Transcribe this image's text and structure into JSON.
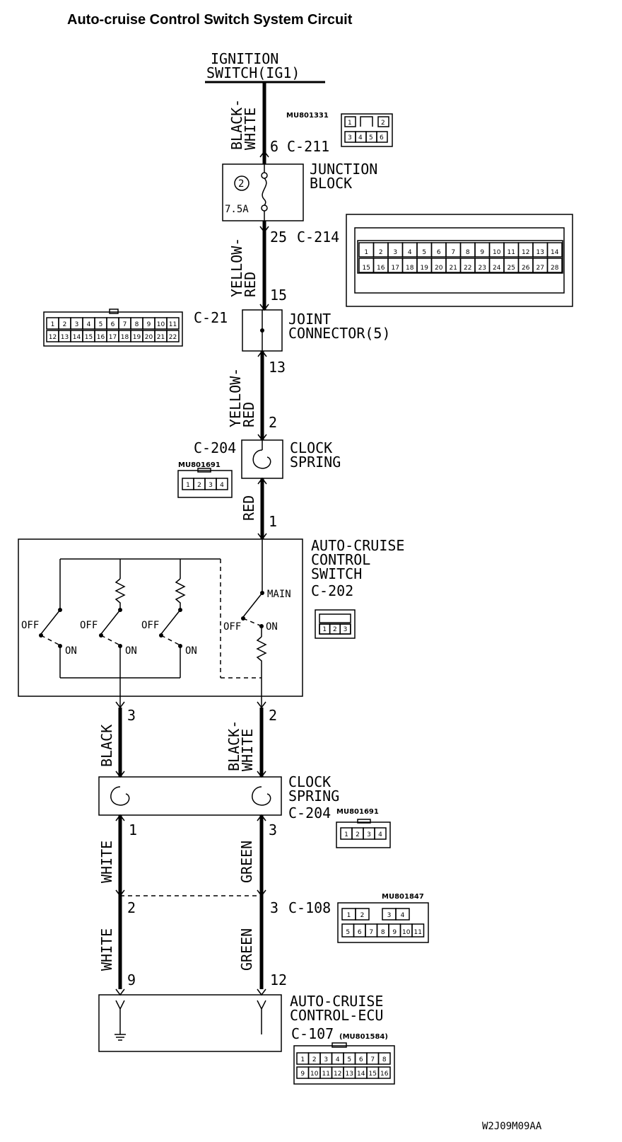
{
  "title": "Auto-cruise Control Switch System Circuit",
  "figure_id": "W2J09M09AA",
  "ignition": {
    "line1": "IGNITION",
    "line2": "SWITCH(IG1)"
  },
  "wires": {
    "black_white_1": [
      "BLACK-",
      "WHITE"
    ],
    "yellow_red_1": [
      "YELLOW-",
      "RED"
    ],
    "yellow_red_2": [
      "YELLOW-",
      "RED"
    ],
    "red": "RED",
    "black": "BLACK",
    "black_white_2": [
      "BLACK-",
      "WHITE"
    ],
    "white_1": "WHITE",
    "green_1": "GREEN",
    "white_2": "WHITE",
    "green_2": "GREEN"
  },
  "pins": {
    "p6": "6",
    "p25": "25",
    "p15": "15",
    "p13": "13",
    "p2a": "2",
    "p1a": "1",
    "p3a": "3",
    "p2b": "2",
    "p1b": "1",
    "p3b": "3",
    "p2c": "2",
    "p3c": "3",
    "p9": "9",
    "p12": "12"
  },
  "connectors": {
    "c211": "C-211",
    "c214": "C-214",
    "c21": "C-21",
    "c204a": "C-204",
    "c202": "C-202",
    "c204b": "C-204",
    "c108": "C-108",
    "c107": "C-107"
  },
  "part_numbers": {
    "mu1331": "MU801331",
    "mu1691a": "MU801691",
    "mu1691b": "MU801691",
    "mu1847": "MU801847",
    "mu1584": "(MU801584)"
  },
  "components": {
    "junction_block": [
      "JUNCTION",
      "BLOCK"
    ],
    "fuse_number": "2",
    "fuse_rating": "7.5A",
    "joint_connector": [
      "JOINT",
      "CONNECTOR(5)"
    ],
    "clock_spring_1": [
      "CLOCK",
      "SPRING"
    ],
    "auto_cruise_switch": [
      "AUTO-CRUISE",
      "CONTROL",
      "SWITCH"
    ],
    "clock_spring_2": [
      "CLOCK",
      "SPRING"
    ],
    "ecu": [
      "AUTO-CRUISE",
      "CONTROL-ECU"
    ]
  },
  "switch_labels": {
    "off": "OFF",
    "on": "ON",
    "main": "MAIN"
  },
  "connector_faces": {
    "c211_row1": [
      "1",
      "",
      "2"
    ],
    "c211_row2": [
      "3",
      "4",
      "5",
      "6"
    ],
    "c214_row1": [
      "1",
      "2",
      "3",
      "4",
      "5",
      "6",
      "7",
      "8",
      "9",
      "10",
      "11",
      "12",
      "13",
      "14"
    ],
    "c214_row2": [
      "15",
      "16",
      "17",
      "18",
      "19",
      "20",
      "21",
      "22",
      "23",
      "24",
      "25",
      "26",
      "27",
      "28"
    ],
    "c21_row1": [
      "1",
      "2",
      "3",
      "4",
      "5",
      "6",
      "7",
      "8",
      "9",
      "10",
      "11"
    ],
    "c21_row2": [
      "12",
      "13",
      "14",
      "15",
      "16",
      "17",
      "18",
      "19",
      "20",
      "21",
      "22"
    ],
    "c204_pins": [
      "1",
      "2",
      "3",
      "4"
    ],
    "c202_pins": [
      "1",
      "2",
      "3"
    ],
    "c108_row1": [
      "1",
      "2",
      "",
      "3",
      "4"
    ],
    "c108_row2": [
      "5",
      "6",
      "7",
      "8",
      "9",
      "10",
      "11"
    ],
    "c107_row1": [
      "1",
      "2",
      "3",
      "4",
      "5",
      "6",
      "7",
      "8"
    ],
    "c107_row2": [
      "9",
      "10",
      "11",
      "12",
      "13",
      "14",
      "15",
      "16"
    ]
  }
}
